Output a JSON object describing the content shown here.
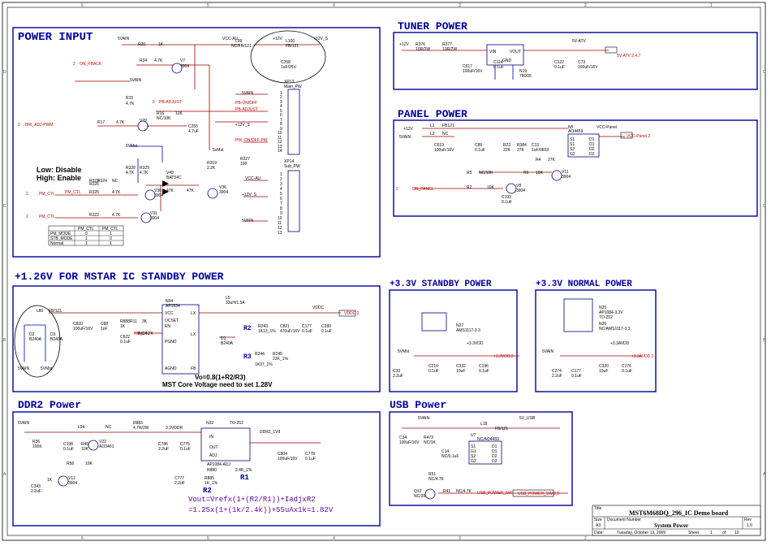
{
  "frame": {
    "cols": [
      "6",
      "5",
      "4",
      "3",
      "2",
      "1"
    ],
    "rows": [
      "D",
      "C",
      "B",
      "A"
    ]
  },
  "sections": {
    "power_input": "POWER INPUT",
    "tuner_power": "TUNER POWER",
    "panel_power": "PANEL POWER",
    "standby_126": "+1.26V FOR MSTAR IC STANDBY POWER",
    "standby_33": "+3.3V STANDBY POWER",
    "normal_33": "+3.3V NORMAL POWER",
    "ddr2_power": "DDR2 Power",
    "usb_power": "USB Power"
  },
  "power_input": {
    "nets": [
      "5VAIN",
      "VCC-AU",
      "+12V",
      "+12V_S",
      "ON_PBACK",
      "5VAIN",
      "PB-ADJUST",
      "BRI_ADJ-PWM",
      "5VMst",
      "PM_CTL",
      "PM_CTL",
      "PM_CTL",
      "5vMst",
      "+12V_S",
      "PW_ON/OFF-PW",
      "VCC-AU",
      "5VAIN",
      "+12V_S",
      "5VAIN"
    ],
    "connector_labels": [
      "5VAIN",
      "PB-ON/OFF",
      "PB-ADJUST",
      "+12V_S",
      "PW_ON/OFF-PW"
    ],
    "parts": [
      "R20",
      "1K",
      "L99",
      "NC/FB/121",
      "L100",
      "FB/121",
      "C258",
      "1uF/25V",
      "R24",
      "4.7K",
      "V7",
      "3904",
      "R15",
      "4.7K",
      "R16",
      "NC/10K",
      "12K",
      "V29",
      "3904",
      "C255",
      "4.7uF",
      "R17",
      "4.7K",
      "XP13",
      "Main_PW",
      "XP14",
      "Sub_PW",
      "R319",
      "2.2K",
      "R327",
      "100",
      "V49",
      "BAT54C",
      "V36",
      "3904",
      "R328",
      "R329",
      "4.7K",
      "4.7K",
      "R325",
      "4.7K",
      "R326",
      "V30",
      "3904",
      "R322",
      "4.7K",
      "V31",
      "3904",
      "47K",
      "47K",
      "R323",
      "NC",
      "R324"
    ],
    "pins13": [
      "1",
      "2",
      "3",
      "4",
      "5",
      "6",
      "7",
      "8",
      "9",
      "10",
      "11",
      "12",
      "13"
    ],
    "pins14": [
      "1",
      "2",
      "3",
      "4",
      "5",
      "6",
      "7",
      "8",
      "9",
      "10",
      "11",
      "12",
      "13",
      "14"
    ],
    "net_prefix": [
      "2",
      "2",
      "2",
      "2",
      "2"
    ],
    "note_low": "Low:  Disable",
    "note_high": "High:  Enable",
    "table": {
      "header": [
        "",
        "PM_CTL",
        "PM_CTL"
      ],
      "rows": [
        [
          "PM_MODE",
          "0",
          "1"
        ],
        [
          "STB_MODE",
          "1",
          "0"
        ],
        [
          "Normal",
          "1",
          "1"
        ]
      ]
    }
  },
  "tuner": {
    "parts": [
      "R376",
      "10R/2W",
      "R377",
      "10R/2W",
      "C617",
      "100uF/16V",
      "C114",
      "0.1uF",
      "N19",
      "78D05",
      "C122",
      "0.1uF",
      "C73",
      "100uF/16V"
    ],
    "nets": [
      "+12V",
      "5V-ATV",
      "5V-ATV  2,4,7"
    ],
    "reg_pins": [
      "VIN",
      "VOUT",
      "GND"
    ]
  },
  "panel": {
    "parts": [
      "L1",
      "FB121",
      "L2",
      "NC",
      "C619",
      "100uF/16V",
      "C89",
      "0.1uF",
      "R22",
      "22K",
      "R384",
      "27K",
      "C13",
      "1uF/0603",
      "N5",
      "AO4459",
      "R4",
      "27K",
      "V11",
      "3904",
      "R5",
      "NC/10K",
      "R6",
      "10K",
      "R2",
      "10K",
      "V8",
      "3904",
      "C193",
      "0.1uF"
    ],
    "nets": [
      "+12V",
      "5VAIN",
      "VCC-Panel",
      "VCC-Panel  2",
      "ON_PANEL"
    ],
    "prefix": "2",
    "ic_pins_l": [
      "S1",
      "S1",
      "S2",
      "G2"
    ],
    "ic_pins_r": [
      "D1",
      "D1",
      "D2",
      "D2"
    ]
  },
  "stb126": {
    "parts": [
      "L80",
      "FB/121",
      "C820",
      "100uF/16V",
      "C88",
      "1nF",
      "R888",
      "1K",
      "R11",
      "3K",
      "N54",
      "AP1534",
      "L5",
      "33uH/1.5A",
      "D1",
      "B240A",
      "R243",
      "1K13_1%",
      "C821",
      "470uF/16V",
      "C177",
      "0.1uF",
      "C280",
      "0.1uF",
      "R244",
      "1K07_1%",
      "R245",
      "22K_1%",
      "C622",
      "0.1uF",
      "D2",
      "B240A",
      "D3",
      "B240A"
    ],
    "ic_pins": [
      "VCC",
      "OCSET",
      "EN",
      "PGND",
      "AGND",
      "LX",
      "LX",
      "FB"
    ],
    "nets": [
      "VDDC",
      "VDDC  2",
      "PM_CTL",
      "5VAIN",
      "5VMst",
      "NC/4.7K"
    ],
    "r2": "R2",
    "r3": "R3",
    "formula": "Vo=0.8(1+R2/R3)",
    "note": "MST Core Voltage need to set 1.28V"
  },
  "stb33": {
    "parts": [
      "N27",
      "AMS1117-3.3",
      "C33",
      "2.2uF",
      "C219",
      "0.1uF",
      "C332",
      "10uF",
      "C196",
      "0.1uF"
    ],
    "nets": [
      "5VMst",
      "+3.3VDD",
      "+3.3VDD  2"
    ]
  },
  "norm33": {
    "parts": [
      "N25",
      "AP1084-3.3V",
      "TO-252",
      "N26",
      "NC/AMS1117-3.3",
      "C274",
      "2.2uF",
      "C177",
      "0.1uF",
      "C320",
      "10uF",
      "C176",
      "0.1uF"
    ],
    "nets": [
      "5VAIN",
      "+3.3AVDD",
      "+3.3AVDD  2"
    ]
  },
  "ddr2": {
    "parts": [
      "R36",
      "100K",
      "C198",
      "0.1uF",
      "R45",
      "10K",
      "L94",
      "NC",
      "V22",
      "AO3401",
      "R56",
      "10K",
      "V12",
      "3904",
      "C343",
      "2.2uF",
      "R883",
      "4.7R/2W",
      "C786",
      "2.2uF",
      "C775",
      "0.1uF",
      "N32",
      "TO-252",
      "AP1084-ADJ",
      "C777",
      "2.2uF",
      "R880",
      "R885",
      "1K_1%",
      "2.4K_1%",
      "C804",
      "100uF/16V",
      "C778",
      "0.1uF",
      "1K"
    ],
    "nets": [
      "5VAIN",
      "3.3VDDR",
      "DDR2_1V8"
    ],
    "ic_pins": [
      "IN",
      "OUT",
      "ADJ"
    ],
    "r1": "R1",
    "r2": "R2",
    "formula1": "Vout=Vrefx(1+(R2/R1))+IadjxR2",
    "formula2": "=1.25x(1+(1k/2.4k))+55uAx1k=1.82V"
  },
  "usb": {
    "parts": [
      "C34",
      "100uF/16V",
      "R473",
      "NC/1K",
      "C14",
      "NC/0.1uF",
      "U7",
      "NC/AO4459",
      "L18",
      "FB/121",
      "R51",
      "NC/4.7K",
      "Q12",
      "NC/3904",
      "R41",
      "NC/4.7K"
    ],
    "nets": [
      "5VAIN",
      "5V_USB",
      "USB_POWER_SW",
      "USB_POWER_SW  2,5"
    ],
    "ic_pins_l": [
      "S1",
      "G1",
      "S2",
      "G2"
    ],
    "ic_pins_r": [
      "D1",
      "D1",
      "D2",
      "D2"
    ]
  },
  "title_block": {
    "title_label": "Title",
    "title": "MST6M68DQ_296_IC Demo board",
    "size_label": "Size",
    "size": "A3",
    "docnum_label": "Document Number",
    "docnum": "System Power",
    "rev_label": "Rev",
    "rev": "1.0",
    "date_label": "Date:",
    "date": "Tuesday, October 13, 2009",
    "sheet_label": "Sheet",
    "sheet": "1",
    "of": "of",
    "total": "10"
  }
}
